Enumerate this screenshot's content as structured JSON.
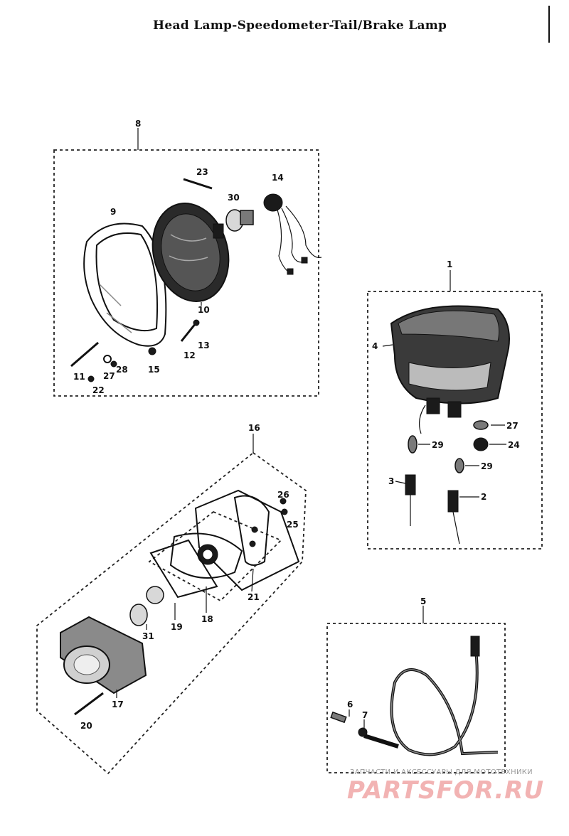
{
  "title": "Head Lamp-Speedometer-Tail/Brake Lamp",
  "callouts": {
    "c1": "1",
    "c2": "2",
    "c3": "3",
    "c4": "4",
    "c5": "5",
    "c6": "6",
    "c7": "7",
    "c8": "8",
    "c9": "9",
    "c10": "10",
    "c11": "11",
    "c12": "12",
    "c13": "13",
    "c14": "14",
    "c15": "15",
    "c16": "16",
    "c17": "17",
    "c18": "18",
    "c19": "19",
    "c20": "20",
    "c21": "21",
    "c22": "22",
    "c23": "23",
    "c24": "24",
    "c25": "25",
    "c26": "26",
    "c27a": "27",
    "c27b": "27",
    "c28": "28",
    "c29a": "29",
    "c29b": "29",
    "c30": "30",
    "c31": "31"
  },
  "watermark": {
    "caption": "ЗАПЧАСТИ И АКСЕССУАРЫ ДЛЯ МОТОТЕХНИКИ",
    "brand": "PARTSFOR.RU"
  }
}
